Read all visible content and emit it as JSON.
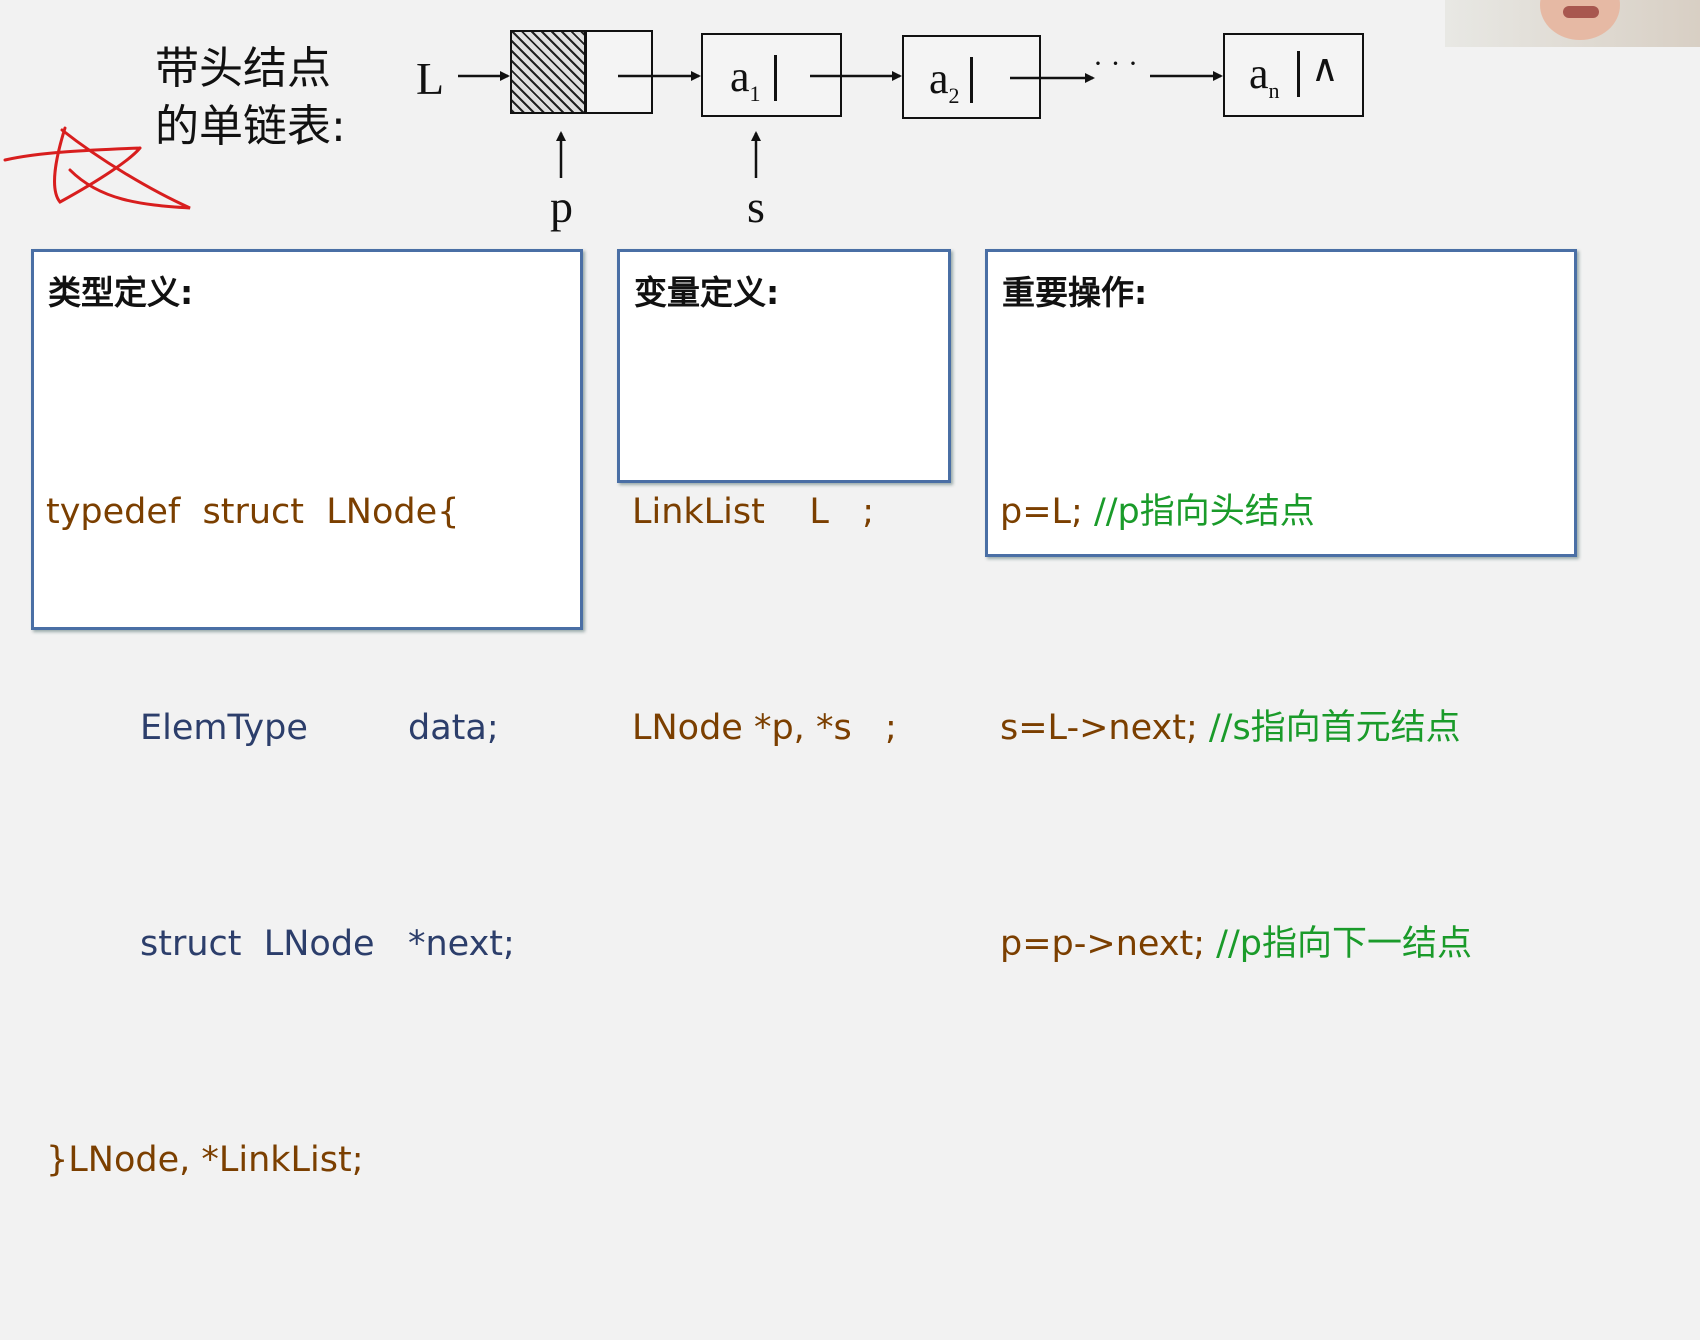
{
  "diagram": {
    "title_line1": "带头结点",
    "title_line2": "的单链表:",
    "head_label": "L",
    "nodes": [
      {
        "letter": "a",
        "sub": "1",
        "tail": ""
      },
      {
        "letter": "a",
        "sub": "2",
        "tail": ""
      },
      {
        "letter": "a",
        "sub": "n",
        "tail": "∧"
      }
    ],
    "ellipsis": "· · ·",
    "pointer_p": "p",
    "pointer_s": "s"
  },
  "type_panel": {
    "title": "类型定义:",
    "lines": [
      {
        "a": "typedef  struct  LNode{",
        "b": "",
        "c": ""
      },
      {
        "a": "",
        "b": "ElemType         data;",
        "c": ""
      },
      {
        "a": "",
        "b": "struct  LNode   *next;",
        "c": ""
      },
      {
        "a": "}LNode, *LinkList;",
        "b": "",
        "c": ""
      }
    ]
  },
  "var_panel": {
    "title": "变量定义:",
    "line1": "LinkList    L   ;",
    "line2": "LNode *p, *s   ;"
  },
  "ops_panel": {
    "title": "重要操作:",
    "lines": [
      {
        "code": "p=L; ",
        "comment": "//p指向头结点"
      },
      {
        "code": "s=L->next; ",
        "comment": "//s指向首元结点"
      },
      {
        "code": "p=p->next; ",
        "comment": "//p指向下一结点"
      }
    ]
  },
  "colors": {
    "border": "#4a6fa5",
    "keyword_brown": "#7b3f00",
    "navy": "#2c3e6b",
    "comment_green": "#1a9b2a",
    "annotation_red": "#d81e1e"
  }
}
